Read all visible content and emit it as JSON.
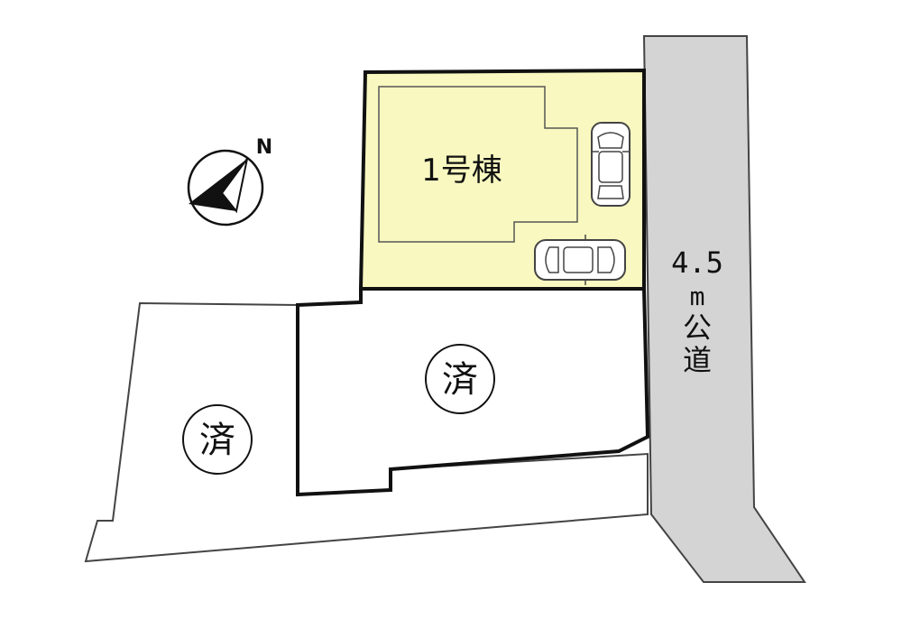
{
  "compass": {
    "north_label": "N"
  },
  "lots": {
    "main": {
      "label": "1号棟",
      "fill_color": "#f8f8c0"
    },
    "sold_center": {
      "label": "済"
    },
    "sold_left": {
      "label": "済"
    }
  },
  "road": {
    "width": "4.5",
    "unit": "m",
    "type_line1": "公",
    "type_line2": "道",
    "fill_color": "#d4d4d4"
  },
  "parking": {
    "car_count": 2,
    "icon": "car-icon"
  }
}
